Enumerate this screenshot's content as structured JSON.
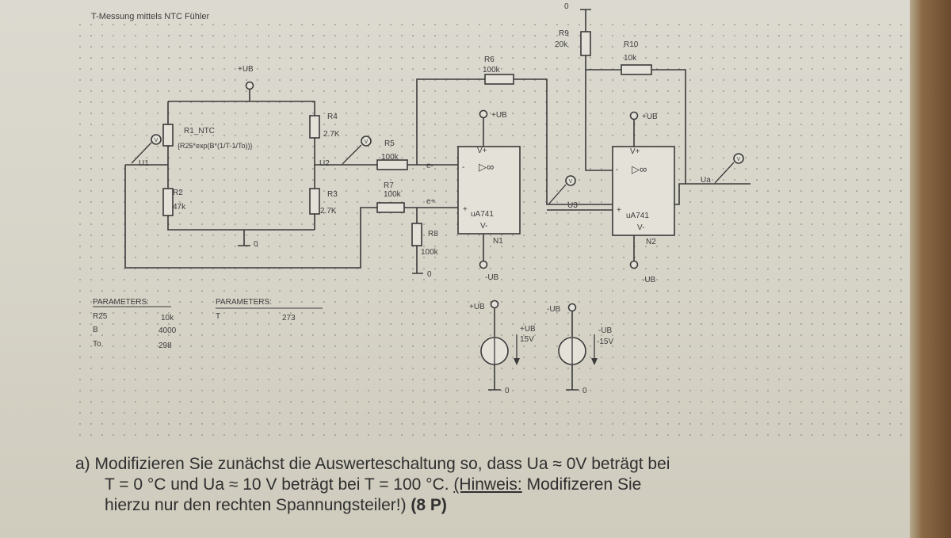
{
  "header": {
    "title": "T-Messung mittels NTC Fühler"
  },
  "components": {
    "r1": {
      "name": "R1_NTC",
      "value": "{R25*exp(B*(1/T-1/To))}"
    },
    "r2": {
      "name": "R2",
      "value": "47k"
    },
    "r3": {
      "name": "R3",
      "value": "2.7K"
    },
    "r4": {
      "name": "R4",
      "value": "2.7K"
    },
    "r5": {
      "name": "R5",
      "value": "100k"
    },
    "r6": {
      "name": "R6",
      "value": "100k"
    },
    "r7": {
      "name": "R7",
      "value": "100k"
    },
    "r8": {
      "name": "R8",
      "value": "100k"
    },
    "r9": {
      "name": "R9",
      "value": "20k"
    },
    "r10": {
      "name": "R10",
      "value": "10k"
    },
    "n1": {
      "name": "N1",
      "type": "uA741",
      "vplus": "V+",
      "vminus": "V-",
      "sym": "▷∞"
    },
    "n2": {
      "name": "N2",
      "type": "uA741",
      "vplus": "V+",
      "vminus": "V-",
      "sym": "▷∞"
    },
    "v_pos": {
      "net": "+UB",
      "label": "+UB",
      "value": "15V"
    },
    "v_neg": {
      "net": "-UB",
      "label": "-UB",
      "value": "-15V"
    }
  },
  "nets": {
    "plus_ub": "+UB",
    "minus_ub": "-UB",
    "ground": "0",
    "u1": "U1",
    "u2": "U2",
    "u3": "U3",
    "ua": "Ua",
    "e_minus": "e-",
    "e_plus": "e+",
    "plus_pin": "+",
    "minus_pin": "-"
  },
  "params1": {
    "header": "PARAMETERS:",
    "rows": [
      {
        "name": "R25",
        "value": "10k"
      },
      {
        "name": "B",
        "value": "4000"
      },
      {
        "name": "To",
        "value": "298"
      }
    ]
  },
  "params2": {
    "header": "PARAMETERS:",
    "rows": [
      {
        "name": "T",
        "value": "273"
      }
    ]
  },
  "probe_symbol": "V",
  "question": {
    "prefix": "a)",
    "line1": "Modifizieren Sie zunächst die Auswerteschaltung so, dass Ua ≈ 0V beträgt bei",
    "line2": "T = 0 °C   und Ua ≈ 10 V beträgt bei T = 100 °C. ",
    "hint_label": "(Hinweis:",
    "line2_end": " Modifizeren Sie",
    "line3": "hierzu nur den rechten Spannungsteiler!) ",
    "points": "(8 P)"
  }
}
